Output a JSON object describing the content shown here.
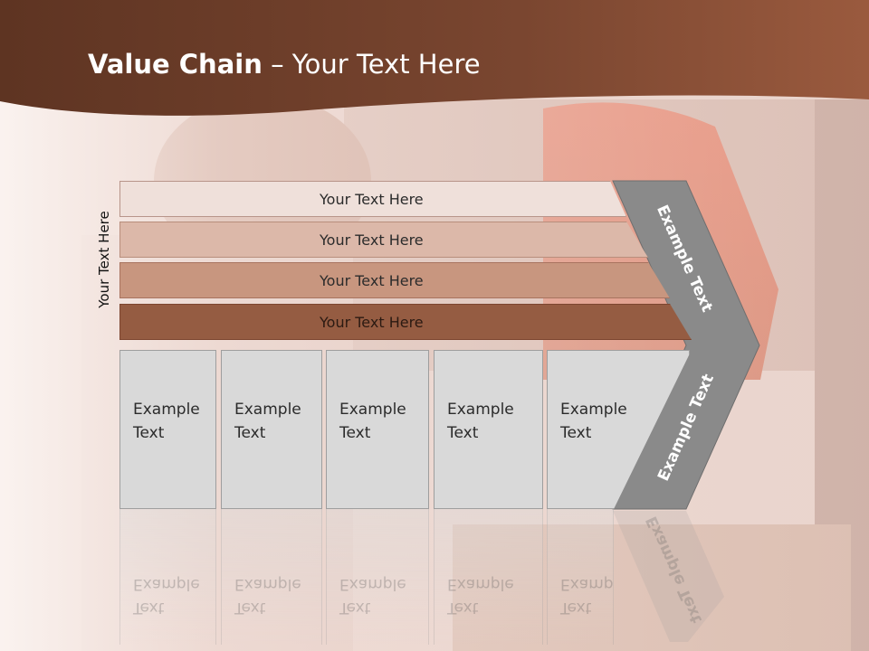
{
  "slide": {
    "title_bold": "Value Chain",
    "title_rest": " – Your Text Here",
    "side_label": "Your Text Here"
  },
  "bars": [
    {
      "label": "Your Text Here"
    },
    {
      "label": "Your Text Here"
    },
    {
      "label": "Your Text Here"
    },
    {
      "label": "Your Text Here"
    }
  ],
  "boxes": [
    {
      "line1": "Example",
      "line2": "Text"
    },
    {
      "line1": "Example",
      "line2": "Text"
    },
    {
      "line1": "Example",
      "line2": "Text"
    },
    {
      "line1": "Example",
      "line2": "Text"
    },
    {
      "line1": "Example",
      "line2": "Text"
    }
  ],
  "chevron": {
    "upper_label": "Example Text",
    "lower_label": "Example Text"
  },
  "colors": {
    "header": "#6b3a26",
    "bar1": "#efe0da",
    "bar2": "#dcb8a9",
    "bar3": "#c8967f",
    "bar4": "#955c42",
    "chevron": "#8a8a8a",
    "box": "#d9d9d9"
  }
}
